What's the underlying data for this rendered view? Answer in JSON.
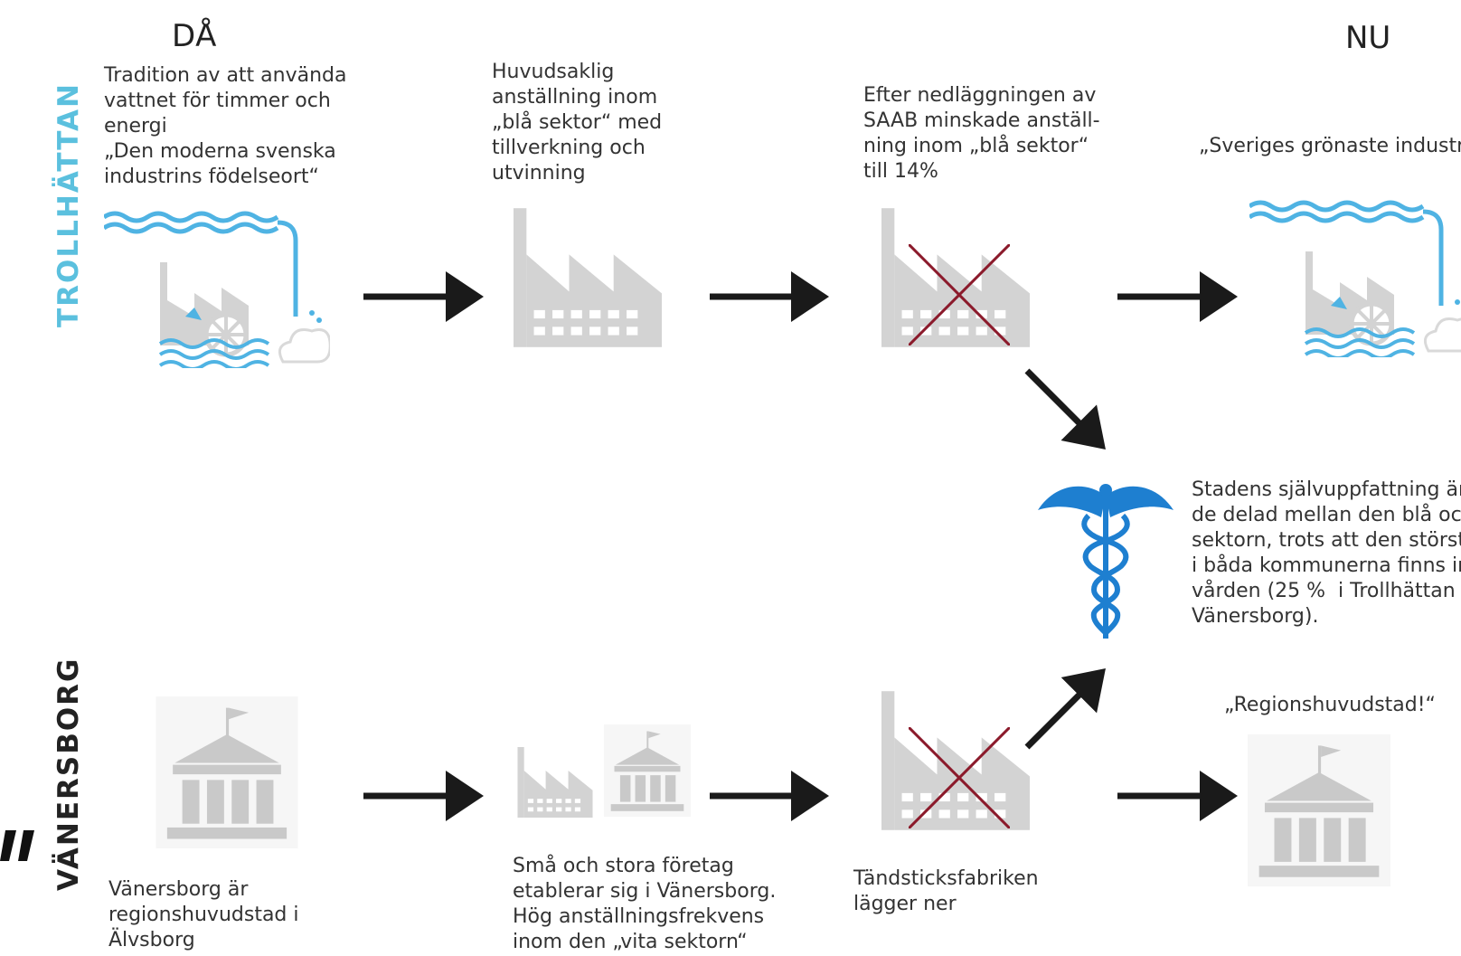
{
  "headers": {
    "then": "DÅ",
    "now": "NU"
  },
  "rows": {
    "trollhattan": {
      "label": "TROLLHÄTTAN",
      "color": "#5bc0de"
    },
    "vanersborg": {
      "label": "VÄNERSBORG",
      "color": "#222222"
    }
  },
  "trollhattan": {
    "step1": "Tradition av att använda\nvattnet för timmer och\nenergi\n„Den moderna svenska\nindustrins födelseort“",
    "step2": "Huvudsaklig\nanställning inom\n„blå sektor“ med\ntillverkning och\nutvinning",
    "step3": "Efter nedläggningen av\nSAAB minskade anställ-\nning inom „blå sektor“\ntill 14%",
    "now": "„Sveriges grönaste industristad“"
  },
  "center": {
    "text": "Stadens självuppfattning är ungefär\nde delad mellan den blå och vita\nsektorn, trots att den största arbetsgivaren\ni båda kommunerna finns inom\nvården (25 %  i Trollhättan och\nVänersborg)."
  },
  "vanersborg": {
    "step1": "Vänersborg är\nregionshuvudstad i\nÄlvsborg",
    "step2": "Små och stora företag\netablerar sig i  Vänersborg.\nHög anställningsfrekvens\ninom den „vita sektorn“",
    "step3": "Tändsticksfabriken\nlägger ner",
    "now": "„Regionshuvudstad!“"
  },
  "colors": {
    "icon_gray": "#d3d3d3",
    "water_blue": "#4fb3e3",
    "cross_red": "#8b1a2b",
    "caduceus_blue": "#1e7fd0",
    "arrow": "#1a1a1a"
  },
  "icons": {
    "hydro_factory": "hydro-factory-icon",
    "factory": "factory-icon",
    "closed_factory": "closed-factory-icon",
    "caduceus": "caduceus-icon",
    "town_hall": "town-hall-icon"
  }
}
